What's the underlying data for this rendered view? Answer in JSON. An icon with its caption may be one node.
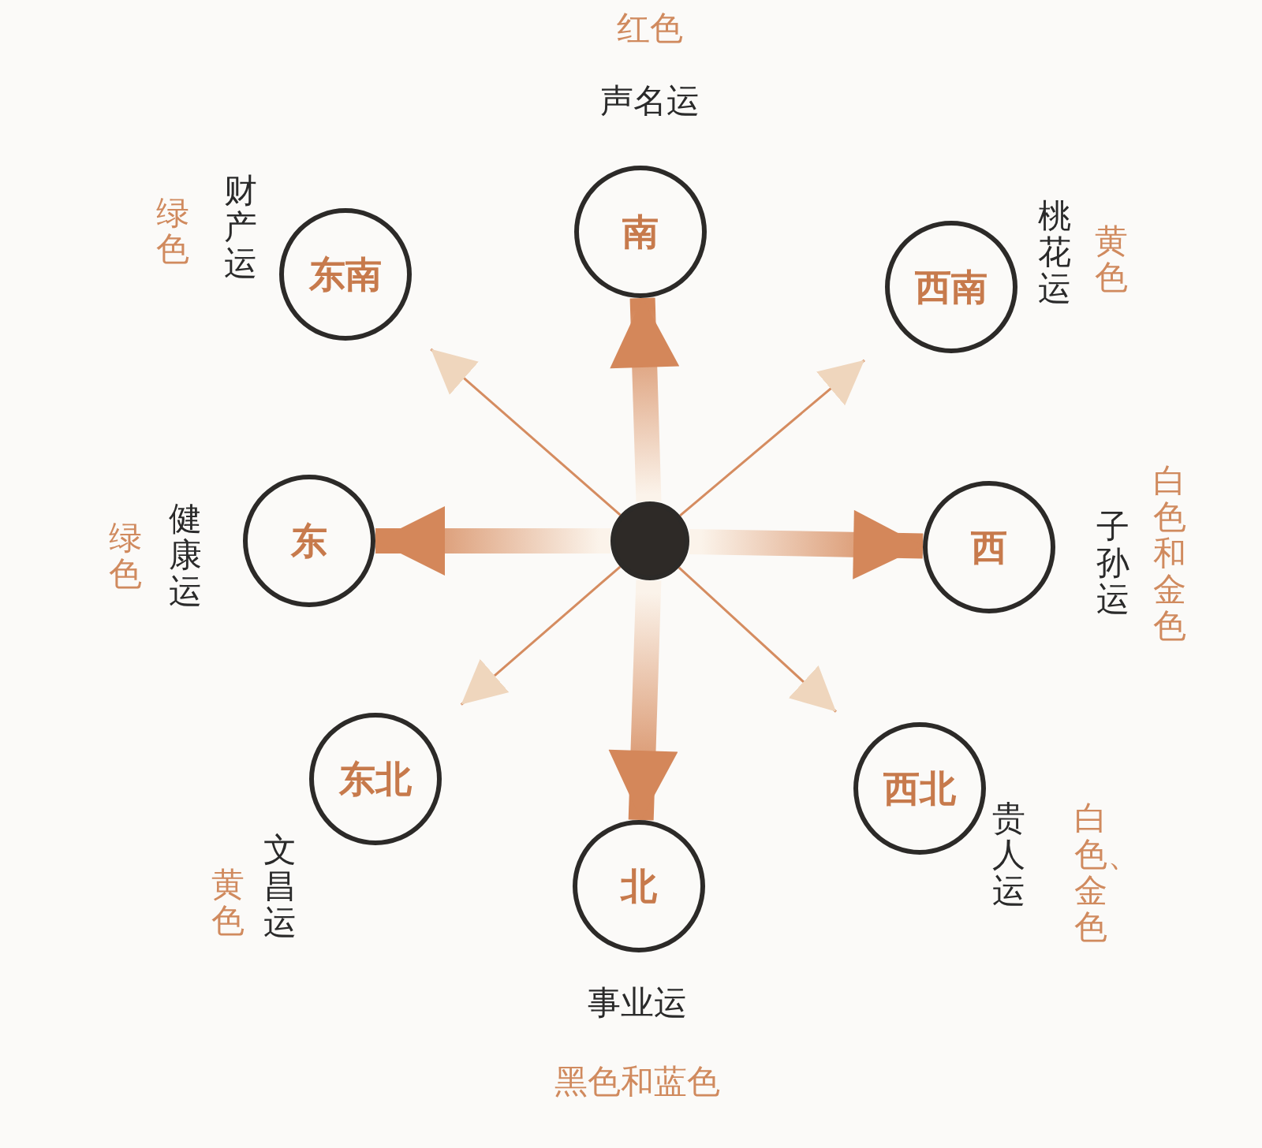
{
  "diagram": {
    "nodes": [
      {
        "text": [],
        "shape": "circle"
      },
      {
        "text": [
          "南"
        ],
        "beside": [
          "声名运",
          "红色"
        ]
      },
      {
        "text": [
          "西南"
        ],
        "beside": [
          "桃花运",
          "黄色"
        ]
      },
      {
        "text": [
          "西"
        ],
        "beside": [
          "子孙运",
          "白色和金色"
        ]
      },
      {
        "text": [
          "西北"
        ],
        "beside": [
          "贵人运",
          "白色、金色"
        ]
      },
      {
        "text": [
          "北"
        ],
        "beside": [
          "事业运",
          "黑色和蓝色"
        ]
      },
      {
        "text": [
          "东北"
        ],
        "beside": [
          "文昌运",
          "黄色"
        ]
      },
      {
        "text": [
          "东"
        ],
        "beside": [
          "健康运",
          "绿色"
        ]
      },
      {
        "text": [
          "东南"
        ],
        "beside": [
          "财产运",
          "绿色"
        ]
      }
    ],
    "edges": [
      {
        "from": 0,
        "to": 1,
        "arrow": "to",
        "style": "thick"
      },
      {
        "from": 0,
        "to": 2,
        "arrow": "to"
      },
      {
        "from": 0,
        "to": 3,
        "arrow": "to",
        "style": "thick"
      },
      {
        "from": 0,
        "to": 4,
        "arrow": "to"
      },
      {
        "from": 0,
        "to": 5,
        "arrow": "to",
        "style": "thick"
      },
      {
        "from": 0,
        "to": 6,
        "arrow": "to"
      },
      {
        "from": 0,
        "to": 7,
        "arrow": "to",
        "style": "thick"
      },
      {
        "from": 0,
        "to": 8,
        "arrow": "to"
      }
    ]
  }
}
